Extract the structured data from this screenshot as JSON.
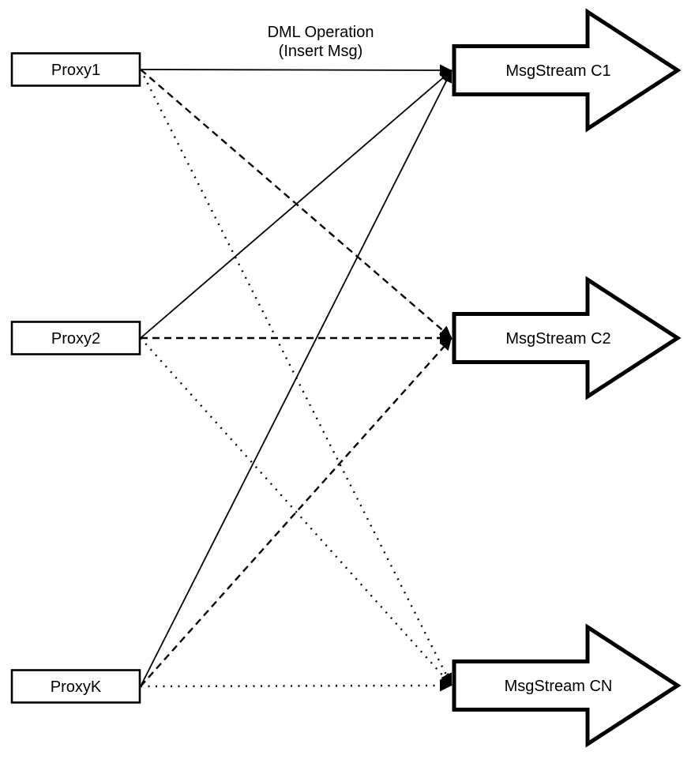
{
  "diagram": {
    "background_color": "#ffffff",
    "line_color": "#000000",
    "node_fill_color": "#ffffff",
    "title": {
      "line1": "DML Operation",
      "line2": "(Insert Msg)"
    },
    "proxies": [
      {
        "id": "proxy1",
        "label": "Proxy1"
      },
      {
        "id": "proxy2",
        "label": "Proxy2"
      },
      {
        "id": "proxyk",
        "label": "ProxyK"
      }
    ],
    "streams": [
      {
        "id": "c1",
        "label": "MsgStream C1"
      },
      {
        "id": "c2",
        "label": "MsgStream C2"
      },
      {
        "id": "cn",
        "label": "MsgStream CN"
      }
    ],
    "connections": [
      {
        "from": "proxy1",
        "to": "c1",
        "style": "solid"
      },
      {
        "from": "proxy2",
        "to": "c1",
        "style": "solid"
      },
      {
        "from": "proxyk",
        "to": "c1",
        "style": "solid"
      },
      {
        "from": "proxy1",
        "to": "c2",
        "style": "dashed"
      },
      {
        "from": "proxy2",
        "to": "c2",
        "style": "dashed"
      },
      {
        "from": "proxyk",
        "to": "c2",
        "style": "dashed"
      },
      {
        "from": "proxy1",
        "to": "cn",
        "style": "dotted"
      },
      {
        "from": "proxy2",
        "to": "cn",
        "style": "dotted"
      },
      {
        "from": "proxyk",
        "to": "cn",
        "style": "dotted"
      }
    ]
  }
}
